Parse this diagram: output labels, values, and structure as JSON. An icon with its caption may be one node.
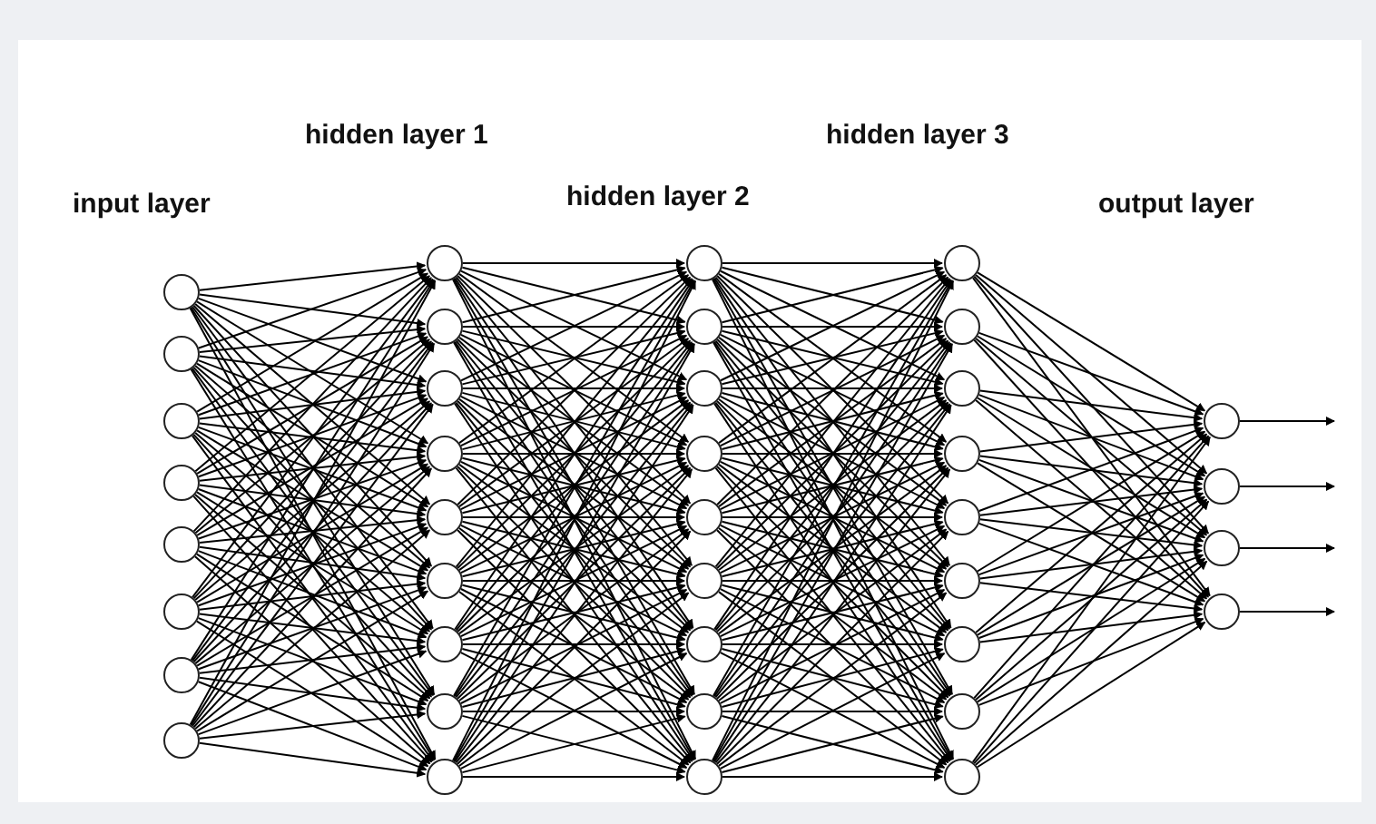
{
  "diagram": {
    "nodes": [
      {
        "text": [],
        "shape": "circle"
      },
      {
        "text": [],
        "shape": "circle"
      },
      {
        "text": [],
        "shape": "circle"
      },
      {
        "text": [],
        "shape": "circle"
      },
      {
        "text": [],
        "shape": "circle"
      },
      {
        "text": [],
        "shape": "circle"
      },
      {
        "text": [],
        "shape": "circle"
      },
      {
        "text": [],
        "shape": "circle"
      },
      {
        "text": [],
        "shape": "circle"
      },
      {
        "text": [],
        "shape": "circle"
      },
      {
        "text": [],
        "shape": "circle"
      },
      {
        "text": [],
        "shape": "circle"
      },
      {
        "text": [],
        "shape": "circle"
      },
      {
        "text": [],
        "shape": "circle"
      },
      {
        "text": [],
        "shape": "circle"
      },
      {
        "text": [],
        "shape": "circle"
      },
      {
        "text": [],
        "shape": "circle"
      },
      {
        "text": [],
        "shape": "circle"
      },
      {
        "text": [],
        "shape": "circle"
      },
      {
        "text": [],
        "shape": "circle"
      },
      {
        "text": [],
        "shape": "circle"
      },
      {
        "text": [],
        "shape": "circle"
      },
      {
        "text": [],
        "shape": "circle"
      },
      {
        "text": [],
        "shape": "circle"
      },
      {
        "text": [],
        "shape": "circle"
      },
      {
        "text": [],
        "shape": "circle"
      },
      {
        "text": [],
        "shape": "circle"
      },
      {
        "text": [],
        "shape": "circle"
      },
      {
        "text": [],
        "shape": "circle"
      },
      {
        "text": [],
        "shape": "circle"
      },
      {
        "text": [],
        "shape": "circle"
      },
      {
        "text": [],
        "shape": "circle"
      },
      {
        "text": [],
        "shape": "circle"
      },
      {
        "text": [],
        "shape": "circle"
      },
      {
        "text": [],
        "shape": "circle"
      },
      {
        "text": [],
        "shape": "circle"
      },
      {
        "text": [],
        "shape": "circle"
      },
      {
        "text": [],
        "shape": "circle"
      },
      {
        "text": [],
        "shape": "circle"
      }
    ],
    "edges": [
      {
        "from": 0,
        "to": 8,
        "arrow": "to"
      },
      {
        "from": 0,
        "to": 9,
        "arrow": "to"
      },
      {
        "from": 0,
        "to": 10,
        "arrow": "to"
      },
      {
        "from": 0,
        "to": 11,
        "arrow": "to"
      },
      {
        "from": 0,
        "to": 12,
        "arrow": "to"
      },
      {
        "from": 0,
        "to": 13,
        "arrow": "to"
      },
      {
        "from": 0,
        "to": 14,
        "arrow": "to"
      },
      {
        "from": 0,
        "to": 15,
        "arrow": "to"
      },
      {
        "from": 0,
        "to": 16,
        "arrow": "to"
      },
      {
        "from": 1,
        "to": 8,
        "arrow": "to"
      },
      {
        "from": 1,
        "to": 9,
        "arrow": "to"
      },
      {
        "from": 1,
        "to": 10,
        "arrow": "to"
      },
      {
        "from": 1,
        "to": 11,
        "arrow": "to"
      },
      {
        "from": 1,
        "to": 12,
        "arrow": "to"
      },
      {
        "from": 1,
        "to": 13,
        "arrow": "to"
      },
      {
        "from": 1,
        "to": 14,
        "arrow": "to"
      },
      {
        "from": 1,
        "to": 15,
        "arrow": "to"
      },
      {
        "from": 1,
        "to": 16,
        "arrow": "to"
      },
      {
        "from": 2,
        "to": 8,
        "arrow": "to"
      },
      {
        "from": 2,
        "to": 9,
        "arrow": "to"
      },
      {
        "from": 2,
        "to": 10,
        "arrow": "to"
      },
      {
        "from": 2,
        "to": 11,
        "arrow": "to"
      },
      {
        "from": 2,
        "to": 12,
        "arrow": "to"
      },
      {
        "from": 2,
        "to": 13,
        "arrow": "to"
      },
      {
        "from": 2,
        "to": 14,
        "arrow": "to"
      },
      {
        "from": 2,
        "to": 15,
        "arrow": "to"
      },
      {
        "from": 2,
        "to": 16,
        "arrow": "to"
      },
      {
        "from": 3,
        "to": 8,
        "arrow": "to"
      },
      {
        "from": 3,
        "to": 9,
        "arrow": "to"
      },
      {
        "from": 3,
        "to": 10,
        "arrow": "to"
      },
      {
        "from": 3,
        "to": 11,
        "arrow": "to"
      },
      {
        "from": 3,
        "to": 12,
        "arrow": "to"
      },
      {
        "from": 3,
        "to": 13,
        "arrow": "to"
      },
      {
        "from": 3,
        "to": 14,
        "arrow": "to"
      },
      {
        "from": 3,
        "to": 15,
        "arrow": "to"
      },
      {
        "from": 3,
        "to": 16,
        "arrow": "to"
      },
      {
        "from": 4,
        "to": 8,
        "arrow": "to"
      },
      {
        "from": 4,
        "to": 9,
        "arrow": "to"
      },
      {
        "from": 4,
        "to": 10,
        "arrow": "to"
      },
      {
        "from": 4,
        "to": 11,
        "arrow": "to"
      },
      {
        "from": 4,
        "to": 12,
        "arrow": "to"
      },
      {
        "from": 4,
        "to": 13,
        "arrow": "to"
      },
      {
        "from": 4,
        "to": 14,
        "arrow": "to"
      },
      {
        "from": 4,
        "to": 15,
        "arrow": "to"
      },
      {
        "from": 4,
        "to": 16,
        "arrow": "to"
      },
      {
        "from": 5,
        "to": 8,
        "arrow": "to"
      },
      {
        "from": 5,
        "to": 9,
        "arrow": "to"
      },
      {
        "from": 5,
        "to": 10,
        "arrow": "to"
      },
      {
        "from": 5,
        "to": 11,
        "arrow": "to"
      },
      {
        "from": 5,
        "to": 12,
        "arrow": "to"
      },
      {
        "from": 5,
        "to": 13,
        "arrow": "to"
      },
      {
        "from": 5,
        "to": 14,
        "arrow": "to"
      },
      {
        "from": 5,
        "to": 15,
        "arrow": "to"
      },
      {
        "from": 5,
        "to": 16,
        "arrow": "to"
      },
      {
        "from": 6,
        "to": 8,
        "arrow": "to"
      },
      {
        "from": 6,
        "to": 9,
        "arrow": "to"
      },
      {
        "from": 6,
        "to": 10,
        "arrow": "to"
      },
      {
        "from": 6,
        "to": 11,
        "arrow": "to"
      },
      {
        "from": 6,
        "to": 12,
        "arrow": "to"
      },
      {
        "from": 6,
        "to": 13,
        "arrow": "to"
      },
      {
        "from": 6,
        "to": 14,
        "arrow": "to"
      },
      {
        "from": 6,
        "to": 15,
        "arrow": "to"
      },
      {
        "from": 6,
        "to": 16,
        "arrow": "to"
      },
      {
        "from": 7,
        "to": 8,
        "arrow": "to"
      },
      {
        "from": 7,
        "to": 9,
        "arrow": "to"
      },
      {
        "from": 7,
        "to": 10,
        "arrow": "to"
      },
      {
        "from": 7,
        "to": 11,
        "arrow": "to"
      },
      {
        "from": 7,
        "to": 12,
        "arrow": "to"
      },
      {
        "from": 7,
        "to": 13,
        "arrow": "to"
      },
      {
        "from": 7,
        "to": 14,
        "arrow": "to"
      },
      {
        "from": 7,
        "to": 15,
        "arrow": "to"
      },
      {
        "from": 7,
        "to": 16,
        "arrow": "to"
      },
      {
        "from": 8,
        "to": 17,
        "arrow": "to"
      },
      {
        "from": 8,
        "to": 18,
        "arrow": "to"
      },
      {
        "from": 8,
        "to": 19,
        "arrow": "to"
      },
      {
        "from": 8,
        "to": 20,
        "arrow": "to"
      },
      {
        "from": 8,
        "to": 21,
        "arrow": "to"
      },
      {
        "from": 8,
        "to": 22,
        "arrow": "to"
      },
      {
        "from": 8,
        "to": 23,
        "arrow": "to"
      },
      {
        "from": 8,
        "to": 24,
        "arrow": "to"
      },
      {
        "from": 8,
        "to": 25,
        "arrow": "to"
      },
      {
        "from": 9,
        "to": 17,
        "arrow": "to"
      },
      {
        "from": 9,
        "to": 18,
        "arrow": "to"
      },
      {
        "from": 9,
        "to": 19,
        "arrow": "to"
      },
      {
        "from": 9,
        "to": 20,
        "arrow": "to"
      },
      {
        "from": 9,
        "to": 21,
        "arrow": "to"
      },
      {
        "from": 9,
        "to": 22,
        "arrow": "to"
      },
      {
        "from": 9,
        "to": 23,
        "arrow": "to"
      },
      {
        "from": 9,
        "to": 24,
        "arrow": "to"
      },
      {
        "from": 9,
        "to": 25,
        "arrow": "to"
      },
      {
        "from": 10,
        "to": 17,
        "arrow": "to"
      },
      {
        "from": 10,
        "to": 18,
        "arrow": "to"
      },
      {
        "from": 10,
        "to": 19,
        "arrow": "to"
      },
      {
        "from": 10,
        "to": 20,
        "arrow": "to"
      },
      {
        "from": 10,
        "to": 21,
        "arrow": "to"
      },
      {
        "from": 10,
        "to": 22,
        "arrow": "to"
      },
      {
        "from": 10,
        "to": 23,
        "arrow": "to"
      },
      {
        "from": 10,
        "to": 24,
        "arrow": "to"
      },
      {
        "from": 10,
        "to": 25,
        "arrow": "to"
      },
      {
        "from": 11,
        "to": 17,
        "arrow": "to"
      },
      {
        "from": 11,
        "to": 18,
        "arrow": "to"
      },
      {
        "from": 11,
        "to": 19,
        "arrow": "to"
      },
      {
        "from": 11,
        "to": 20,
        "arrow": "to"
      },
      {
        "from": 11,
        "to": 21,
        "arrow": "to"
      },
      {
        "from": 11,
        "to": 22,
        "arrow": "to"
      },
      {
        "from": 11,
        "to": 23,
        "arrow": "to"
      },
      {
        "from": 11,
        "to": 24,
        "arrow": "to"
      },
      {
        "from": 11,
        "to": 25,
        "arrow": "to"
      },
      {
        "from": 12,
        "to": 17,
        "arrow": "to"
      },
      {
        "from": 12,
        "to": 18,
        "arrow": "to"
      },
      {
        "from": 12,
        "to": 19,
        "arrow": "to"
      },
      {
        "from": 12,
        "to": 20,
        "arrow": "to"
      },
      {
        "from": 12,
        "to": 21,
        "arrow": "to"
      },
      {
        "from": 12,
        "to": 22,
        "arrow": "to"
      },
      {
        "from": 12,
        "to": 23,
        "arrow": "to"
      },
      {
        "from": 12,
        "to": 24,
        "arrow": "to"
      },
      {
        "from": 12,
        "to": 25,
        "arrow": "to"
      },
      {
        "from": 13,
        "to": 17,
        "arrow": "to"
      },
      {
        "from": 13,
        "to": 18,
        "arrow": "to"
      },
      {
        "from": 13,
        "to": 19,
        "arrow": "to"
      },
      {
        "from": 13,
        "to": 20,
        "arrow": "to"
      },
      {
        "from": 13,
        "to": 21,
        "arrow": "to"
      },
      {
        "from": 13,
        "to": 22,
        "arrow": "to"
      },
      {
        "from": 13,
        "to": 23,
        "arrow": "to"
      },
      {
        "from": 13,
        "to": 24,
        "arrow": "to"
      },
      {
        "from": 13,
        "to": 25,
        "arrow": "to"
      },
      {
        "from": 14,
        "to": 17,
        "arrow": "to"
      },
      {
        "from": 14,
        "to": 18,
        "arrow": "to"
      },
      {
        "from": 14,
        "to": 19,
        "arrow": "to"
      },
      {
        "from": 14,
        "to": 20,
        "arrow": "to"
      },
      {
        "from": 14,
        "to": 21,
        "arrow": "to"
      },
      {
        "from": 14,
        "to": 22,
        "arrow": "to"
      },
      {
        "from": 14,
        "to": 23,
        "arrow": "to"
      },
      {
        "from": 14,
        "to": 24,
        "arrow": "to"
      },
      {
        "from": 14,
        "to": 25,
        "arrow": "to"
      },
      {
        "from": 15,
        "to": 17,
        "arrow": "to"
      },
      {
        "from": 15,
        "to": 18,
        "arrow": "to"
      },
      {
        "from": 15,
        "to": 19,
        "arrow": "to"
      },
      {
        "from": 15,
        "to": 20,
        "arrow": "to"
      },
      {
        "from": 15,
        "to": 21,
        "arrow": "to"
      },
      {
        "from": 15,
        "to": 22,
        "arrow": "to"
      },
      {
        "from": 15,
        "to": 23,
        "arrow": "to"
      },
      {
        "from": 15,
        "to": 24,
        "arrow": "to"
      },
      {
        "from": 15,
        "to": 25,
        "arrow": "to"
      },
      {
        "from": 16,
        "to": 17,
        "arrow": "to"
      },
      {
        "from": 16,
        "to": 18,
        "arrow": "to"
      },
      {
        "from": 16,
        "to": 19,
        "arrow": "to"
      },
      {
        "from": 16,
        "to": 20,
        "arrow": "to"
      },
      {
        "from": 16,
        "to": 21,
        "arrow": "to"
      },
      {
        "from": 16,
        "to": 22,
        "arrow": "to"
      },
      {
        "from": 16,
        "to": 23,
        "arrow": "to"
      },
      {
        "from": 16,
        "to": 24,
        "arrow": "to"
      },
      {
        "from": 16,
        "to": 25,
        "arrow": "to"
      },
      {
        "from": 17,
        "to": 26,
        "arrow": "to"
      },
      {
        "from": 17,
        "to": 27,
        "arrow": "to"
      },
      {
        "from": 17,
        "to": 28,
        "arrow": "to"
      },
      {
        "from": 17,
        "to": 29,
        "arrow": "to"
      },
      {
        "from": 17,
        "to": 30,
        "arrow": "to"
      },
      {
        "from": 17,
        "to": 31,
        "arrow": "to"
      },
      {
        "from": 17,
        "to": 32,
        "arrow": "to"
      },
      {
        "from": 17,
        "to": 33,
        "arrow": "to"
      },
      {
        "from": 17,
        "to": 34,
        "arrow": "to"
      },
      {
        "from": 18,
        "to": 26,
        "arrow": "to"
      },
      {
        "from": 18,
        "to": 27,
        "arrow": "to"
      },
      {
        "from": 18,
        "to": 28,
        "arrow": "to"
      },
      {
        "from": 18,
        "to": 29,
        "arrow": "to"
      },
      {
        "from": 18,
        "to": 30,
        "arrow": "to"
      },
      {
        "from": 18,
        "to": 31,
        "arrow": "to"
      },
      {
        "from": 18,
        "to": 32,
        "arrow": "to"
      },
      {
        "from": 18,
        "to": 33,
        "arrow": "to"
      },
      {
        "from": 18,
        "to": 34,
        "arrow": "to"
      },
      {
        "from": 19,
        "to": 26,
        "arrow": "to"
      },
      {
        "from": 19,
        "to": 27,
        "arrow": "to"
      },
      {
        "from": 19,
        "to": 28,
        "arrow": "to"
      },
      {
        "from": 19,
        "to": 29,
        "arrow": "to"
      },
      {
        "from": 19,
        "to": 30,
        "arrow": "to"
      },
      {
        "from": 19,
        "to": 31,
        "arrow": "to"
      },
      {
        "from": 19,
        "to": 32,
        "arrow": "to"
      },
      {
        "from": 19,
        "to": 33,
        "arrow": "to"
      },
      {
        "from": 19,
        "to": 34,
        "arrow": "to"
      },
      {
        "from": 20,
        "to": 26,
        "arrow": "to"
      },
      {
        "from": 20,
        "to": 27,
        "arrow": "to"
      },
      {
        "from": 20,
        "to": 28,
        "arrow": "to"
      },
      {
        "from": 20,
        "to": 29,
        "arrow": "to"
      },
      {
        "from": 20,
        "to": 30,
        "arrow": "to"
      },
      {
        "from": 20,
        "to": 31,
        "arrow": "to"
      },
      {
        "from": 20,
        "to": 32,
        "arrow": "to"
      },
      {
        "from": 20,
        "to": 33,
        "arrow": "to"
      },
      {
        "from": 20,
        "to": 34,
        "arrow": "to"
      },
      {
        "from": 21,
        "to": 26,
        "arrow": "to"
      },
      {
        "from": 21,
        "to": 27,
        "arrow": "to"
      },
      {
        "from": 21,
        "to": 28,
        "arrow": "to"
      },
      {
        "from": 21,
        "to": 29,
        "arrow": "to"
      },
      {
        "from": 21,
        "to": 30,
        "arrow": "to"
      },
      {
        "from": 21,
        "to": 31,
        "arrow": "to"
      },
      {
        "from": 21,
        "to": 32,
        "arrow": "to"
      },
      {
        "from": 21,
        "to": 33,
        "arrow": "to"
      },
      {
        "from": 21,
        "to": 34,
        "arrow": "to"
      },
      {
        "from": 22,
        "to": 26,
        "arrow": "to"
      },
      {
        "from": 22,
        "to": 27,
        "arrow": "to"
      },
      {
        "from": 22,
        "to": 28,
        "arrow": "to"
      },
      {
        "from": 22,
        "to": 29,
        "arrow": "to"
      },
      {
        "from": 22,
        "to": 30,
        "arrow": "to"
      },
      {
        "from": 22,
        "to": 31,
        "arrow": "to"
      },
      {
        "from": 22,
        "to": 32,
        "arrow": "to"
      },
      {
        "from": 22,
        "to": 33,
        "arrow": "to"
      },
      {
        "from": 22,
        "to": 34,
        "arrow": "to"
      },
      {
        "from": 23,
        "to": 26,
        "arrow": "to"
      },
      {
        "from": 23,
        "to": 27,
        "arrow": "to"
      },
      {
        "from": 23,
        "to": 28,
        "arrow": "to"
      },
      {
        "from": 23,
        "to": 29,
        "arrow": "to"
      },
      {
        "from": 23,
        "to": 30,
        "arrow": "to"
      },
      {
        "from": 23,
        "to": 31,
        "arrow": "to"
      },
      {
        "from": 23,
        "to": 32,
        "arrow": "to"
      },
      {
        "from": 23,
        "to": 33,
        "arrow": "to"
      },
      {
        "from": 23,
        "to": 34,
        "arrow": "to"
      },
      {
        "from": 24,
        "to": 26,
        "arrow": "to"
      },
      {
        "from": 24,
        "to": 27,
        "arrow": "to"
      },
      {
        "from": 24,
        "to": 28,
        "arrow": "to"
      },
      {
        "from": 24,
        "to": 29,
        "arrow": "to"
      },
      {
        "from": 24,
        "to": 30,
        "arrow": "to"
      },
      {
        "from": 24,
        "to": 31,
        "arrow": "to"
      },
      {
        "from": 24,
        "to": 32,
        "arrow": "to"
      },
      {
        "from": 24,
        "to": 33,
        "arrow": "to"
      },
      {
        "from": 24,
        "to": 34,
        "arrow": "to"
      },
      {
        "from": 25,
        "to": 26,
        "arrow": "to"
      },
      {
        "from": 25,
        "to": 27,
        "arrow": "to"
      },
      {
        "from": 25,
        "to": 28,
        "arrow": "to"
      },
      {
        "from": 25,
        "to": 29,
        "arrow": "to"
      },
      {
        "from": 25,
        "to": 30,
        "arrow": "to"
      },
      {
        "from": 25,
        "to": 31,
        "arrow": "to"
      },
      {
        "from": 25,
        "to": 32,
        "arrow": "to"
      },
      {
        "from": 25,
        "to": 33,
        "arrow": "to"
      },
      {
        "from": 25,
        "to": 34,
        "arrow": "to"
      },
      {
        "from": 26,
        "to": 35,
        "arrow": "to"
      },
      {
        "from": 26,
        "to": 36,
        "arrow": "to"
      },
      {
        "from": 26,
        "to": 37,
        "arrow": "to"
      },
      {
        "from": 26,
        "to": 38,
        "arrow": "to"
      },
      {
        "from": 27,
        "to": 35,
        "arrow": "to"
      },
      {
        "from": 27,
        "to": 36,
        "arrow": "to"
      },
      {
        "from": 27,
        "to": 37,
        "arrow": "to"
      },
      {
        "from": 27,
        "to": 38,
        "arrow": "to"
      },
      {
        "from": 28,
        "to": 35,
        "arrow": "to"
      },
      {
        "from": 28,
        "to": 36,
        "arrow": "to"
      },
      {
        "from": 28,
        "to": 37,
        "arrow": "to"
      },
      {
        "from": 28,
        "to": 38,
        "arrow": "to"
      },
      {
        "from": 29,
        "to": 35,
        "arrow": "to"
      },
      {
        "from": 29,
        "to": 36,
        "arrow": "to"
      },
      {
        "from": 29,
        "to": 37,
        "arrow": "to"
      },
      {
        "from": 29,
        "to": 38,
        "arrow": "to"
      },
      {
        "from": 30,
        "to": 35,
        "arrow": "to"
      },
      {
        "from": 30,
        "to": 36,
        "arrow": "to"
      },
      {
        "from": 30,
        "to": 37,
        "arrow": "to"
      },
      {
        "from": 30,
        "to": 38,
        "arrow": "to"
      },
      {
        "from": 31,
        "to": 35,
        "arrow": "to"
      },
      {
        "from": 31,
        "to": 36,
        "arrow": "to"
      },
      {
        "from": 31,
        "to": 37,
        "arrow": "to"
      },
      {
        "from": 31,
        "to": 38,
        "arrow": "to"
      },
      {
        "from": 32,
        "to": 35,
        "arrow": "to"
      },
      {
        "from": 32,
        "to": 36,
        "arrow": "to"
      },
      {
        "from": 32,
        "to": 37,
        "arrow": "to"
      },
      {
        "from": 32,
        "to": 38,
        "arrow": "to"
      },
      {
        "from": 33,
        "to": 35,
        "arrow": "to"
      },
      {
        "from": 33,
        "to": 36,
        "arrow": "to"
      },
      {
        "from": 33,
        "to": 37,
        "arrow": "to"
      },
      {
        "from": 33,
        "to": 38,
        "arrow": "to"
      },
      {
        "from": 34,
        "to": 35,
        "arrow": "to"
      },
      {
        "from": 34,
        "to": 36,
        "arrow": "to"
      },
      {
        "from": 34,
        "to": 37,
        "arrow": "to"
      },
      {
        "from": 34,
        "to": 38,
        "arrow": "to"
      },
      {
        "from": 35,
        "to": null,
        "arrow": "to"
      },
      {
        "from": 36,
        "to": null,
        "arrow": "to"
      },
      {
        "from": 37,
        "to": null,
        "arrow": "to"
      },
      {
        "from": 38,
        "to": null,
        "arrow": "to"
      }
    ],
    "labels": [
      "hidden layer 1",
      "hidden layer 3",
      "input layer",
      "hidden layer 2",
      "output layer"
    ]
  }
}
